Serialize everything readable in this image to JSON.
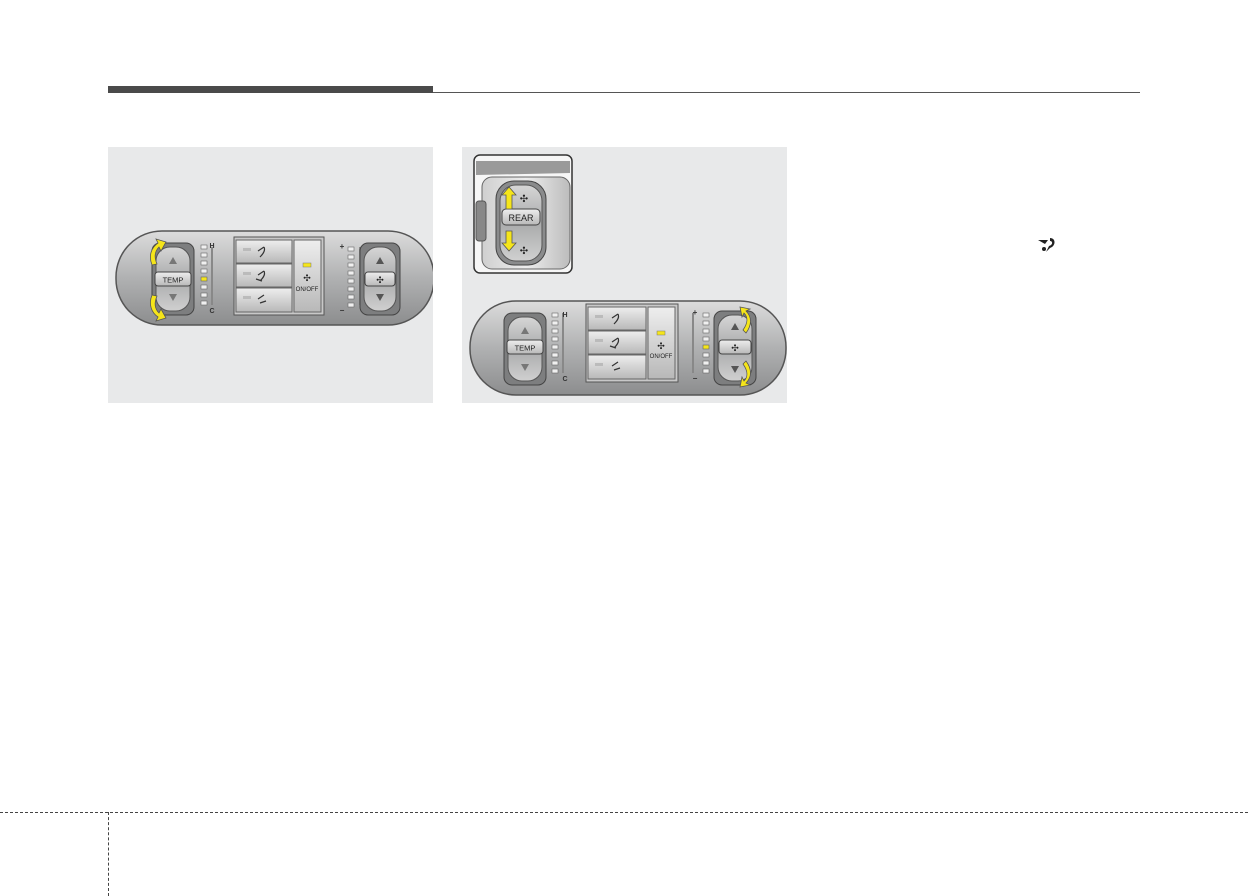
{
  "labels": {
    "temp": "TEMP",
    "rear": "REAR",
    "on_off": "ON/OFF",
    "hot": "H",
    "cold": "C",
    "plus": "+",
    "minus": "−"
  },
  "icons": {
    "fan": "fan-icon",
    "arrow_up": "arrow-up-icon",
    "arrow_down": "arrow-down-icon",
    "vent_mode": "vent-mode-icon",
    "highlight_arrow": "yellow-arrow-icon"
  },
  "colors": {
    "highlight": "#f5e51a",
    "panel_bg": "#e8e9ea",
    "control_body": "#b9babb",
    "header_bar": "#4a4a4a"
  }
}
